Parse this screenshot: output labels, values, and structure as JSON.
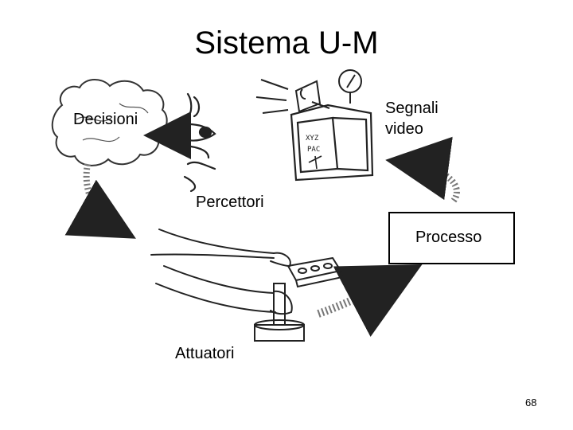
{
  "slide": {
    "title": "Sistema U-M",
    "labels": {
      "decisioni": "Decisioni",
      "segnali_video_line1": "Segnali",
      "segnali_video_line2": "video",
      "percettori": "Percettori",
      "processo": "Processo",
      "attuatori": "Attuatori"
    },
    "panel_text": {
      "line1": "XYZ",
      "line2": "PAC"
    },
    "page_number": "68"
  }
}
